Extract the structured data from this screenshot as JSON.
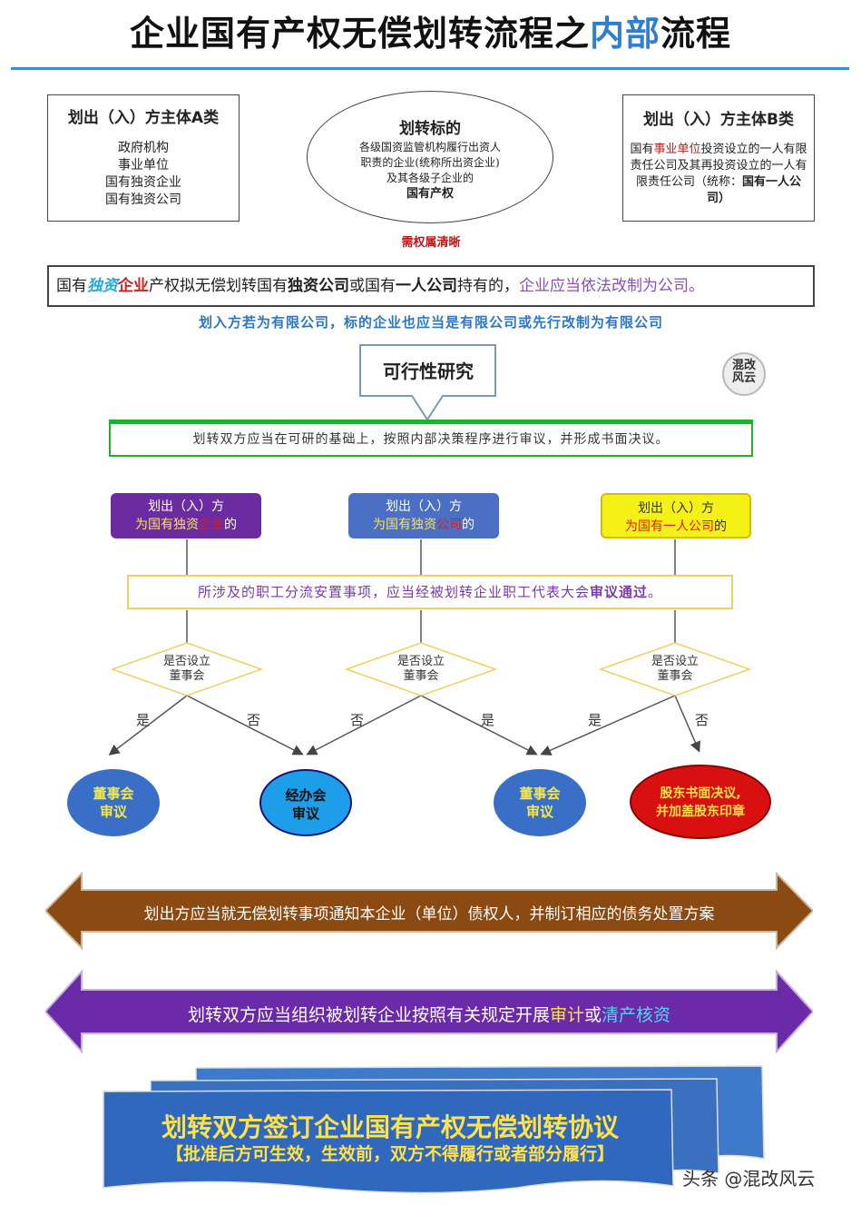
{
  "title": {
    "part1": "企业国有产权无偿划转流程之",
    "part2": "内部",
    "part3": "流程"
  },
  "boxA": {
    "heading": "划出（入）方主体A类",
    "lines": [
      "政府机构",
      "事业单位",
      "国有独资企业",
      "国有独资公司"
    ]
  },
  "target": {
    "heading": "划转标的",
    "line1": "各级国资监管机构履行出资人",
    "line2": "职责的企业(统称所出资企业)",
    "line3": "及其各级子企业的",
    "line4": "国有产权"
  },
  "boxB": {
    "heading": "划出（入）方主体B类",
    "t1": "国有",
    "t2": "事业单位",
    "t3": "投资设立的一人有限责任公司及其再投资设立的一人有限责任公司（统称：",
    "t4": "国有一人公司）"
  },
  "note_ownership": "需权属清晰",
  "rule": {
    "a": "国有",
    "b": "独资",
    "c": "企业",
    "d": "产权拟无偿划转国有",
    "e": "独资公司",
    "f": "或国有",
    "g": "一人公司",
    "h": "持有的，",
    "i": "企业应当依法改制为公司。"
  },
  "note_llc": "划入方若为有限公司，标的企业也应当是有限公司或先行改制为有限公司",
  "feasibility": "可行性研究",
  "logo": {
    "l1": "混改",
    "l2": "风云"
  },
  "review_note": "划转双方应当在可研的基础上，按照内部决策程序进行审议，并形成书面决议。",
  "pills": [
    {
      "l1": "划出（入）方",
      "pre": "为国有独资",
      "hl": "企业",
      "post": "的"
    },
    {
      "l1": "划出（入）方",
      "pre": "为国有独资",
      "hl": "公司",
      "post": "的"
    },
    {
      "l1": "划出（入）方",
      "pre": "为国有一人公司",
      "hl": "",
      "post": "的"
    }
  ],
  "staff_note": {
    "a": "所涉及的职工分流安置事项，应当经被划转企业职工代表大会",
    "b": "审议通过",
    "c": "。"
  },
  "decision": {
    "l1": "是否设立",
    "l2": "董事会"
  },
  "labels": {
    "yes": "是",
    "no": "否"
  },
  "nodes": [
    {
      "l1": "董事会",
      "l2": "审议"
    },
    {
      "l1": "经办会",
      "l2": "审议"
    },
    {
      "l1": "董事会",
      "l2": "审议"
    },
    {
      "l1": "股东书面决议,",
      "l2": "并加盖股东印章"
    }
  ],
  "arrow1": "划出方应当就无偿划转事项通知本企业（单位）债权人，并制订相应的债务处置方案",
  "arrow2": {
    "a": "划转双方应当组织被划转企业按照有关规定开展",
    "b": "审计",
    "c": "或",
    "d": "清产核资"
  },
  "final": {
    "l1": "划转双方签订企业国有产权无偿划转协议",
    "l2": "【批准后方可生效，生效前，双方不得履行或者部分履行】"
  },
  "watermark": "头条 @混改风云",
  "colors": {
    "brown": "#8b4a12",
    "purple": "#6b2aa8",
    "blue": "#3b6fc6",
    "red": "#d81010",
    "yellow": "#f5f015"
  }
}
